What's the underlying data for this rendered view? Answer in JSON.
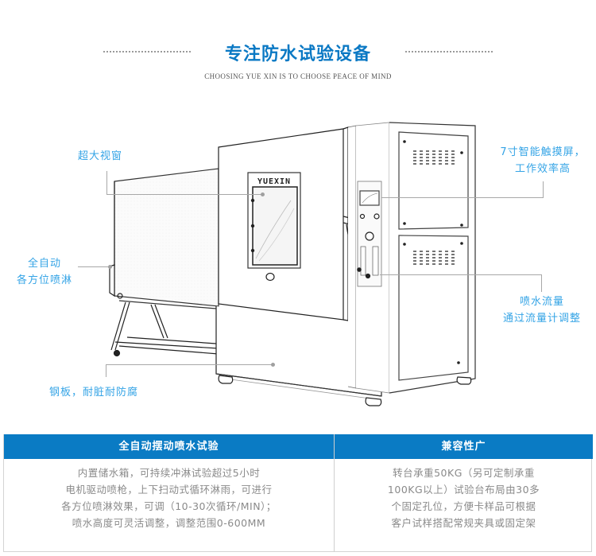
{
  "header": {
    "title": "专注防水试验设备",
    "subtitle": "CHOOSING YUE XIN IS TO CHOOSE PEACE OF MIND"
  },
  "machine": {
    "brand_label": "YUEXIN"
  },
  "callouts": {
    "window": {
      "line1": "超大视窗"
    },
    "spray": {
      "line1": "全自动",
      "line2": "各方位喷淋"
    },
    "steel": {
      "line1": "钢板，耐脏耐防腐"
    },
    "screen": {
      "line1": "7寸智能触摸屏，",
      "line2": "工作效率高"
    },
    "flow": {
      "line1": "喷水流量",
      "line2": "通过流量计调整"
    }
  },
  "feature_table": {
    "colors": {
      "header_bg": "#0a7bc4",
      "header_text": "#ffffff",
      "body_text": "#8a8a8a",
      "border": "#d4d4d4"
    },
    "columns": [
      {
        "heading": "全自动摆动喷水试验",
        "lines": [
          "内置储水箱，可持续冲淋试验超过5小时",
          "电机驱动喷枪，上下扫动式循环淋雨，可进行",
          "各方位喷淋效果，可调（10-30次循环/MIN）；",
          "喷水高度可灵活调整，调整范围0-600MM"
        ]
      },
      {
        "heading": "兼容性广",
        "lines": [
          "转台承重50KG（另可定制承重",
          "100KG以上）试验台布局由30多",
          "个固定孔位，方便卡样品可根据",
          "客户试样搭配常规夹具或固定架"
        ]
      }
    ]
  }
}
